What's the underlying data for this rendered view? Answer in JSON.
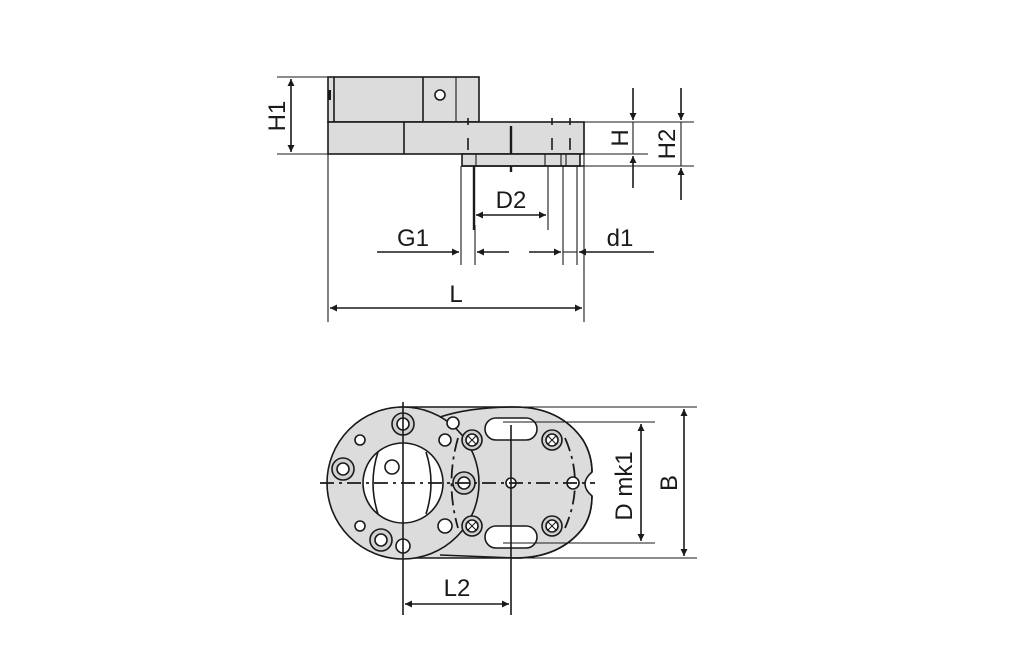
{
  "drawing": {
    "type": "technical-drawing",
    "colors": {
      "part_fill": "#dcdcdc",
      "line": "#1a1a1a",
      "background": "#ffffff"
    },
    "side_view": {
      "dimensions": {
        "H1": "H1",
        "H": "H",
        "H2": "H2",
        "D2": "D2",
        "G1": "G1",
        "d1": "d1",
        "L": "L"
      }
    },
    "top_view": {
      "dimensions": {
        "Dmk1": "D mk1",
        "B": "B",
        "L2": "L2"
      }
    }
  }
}
